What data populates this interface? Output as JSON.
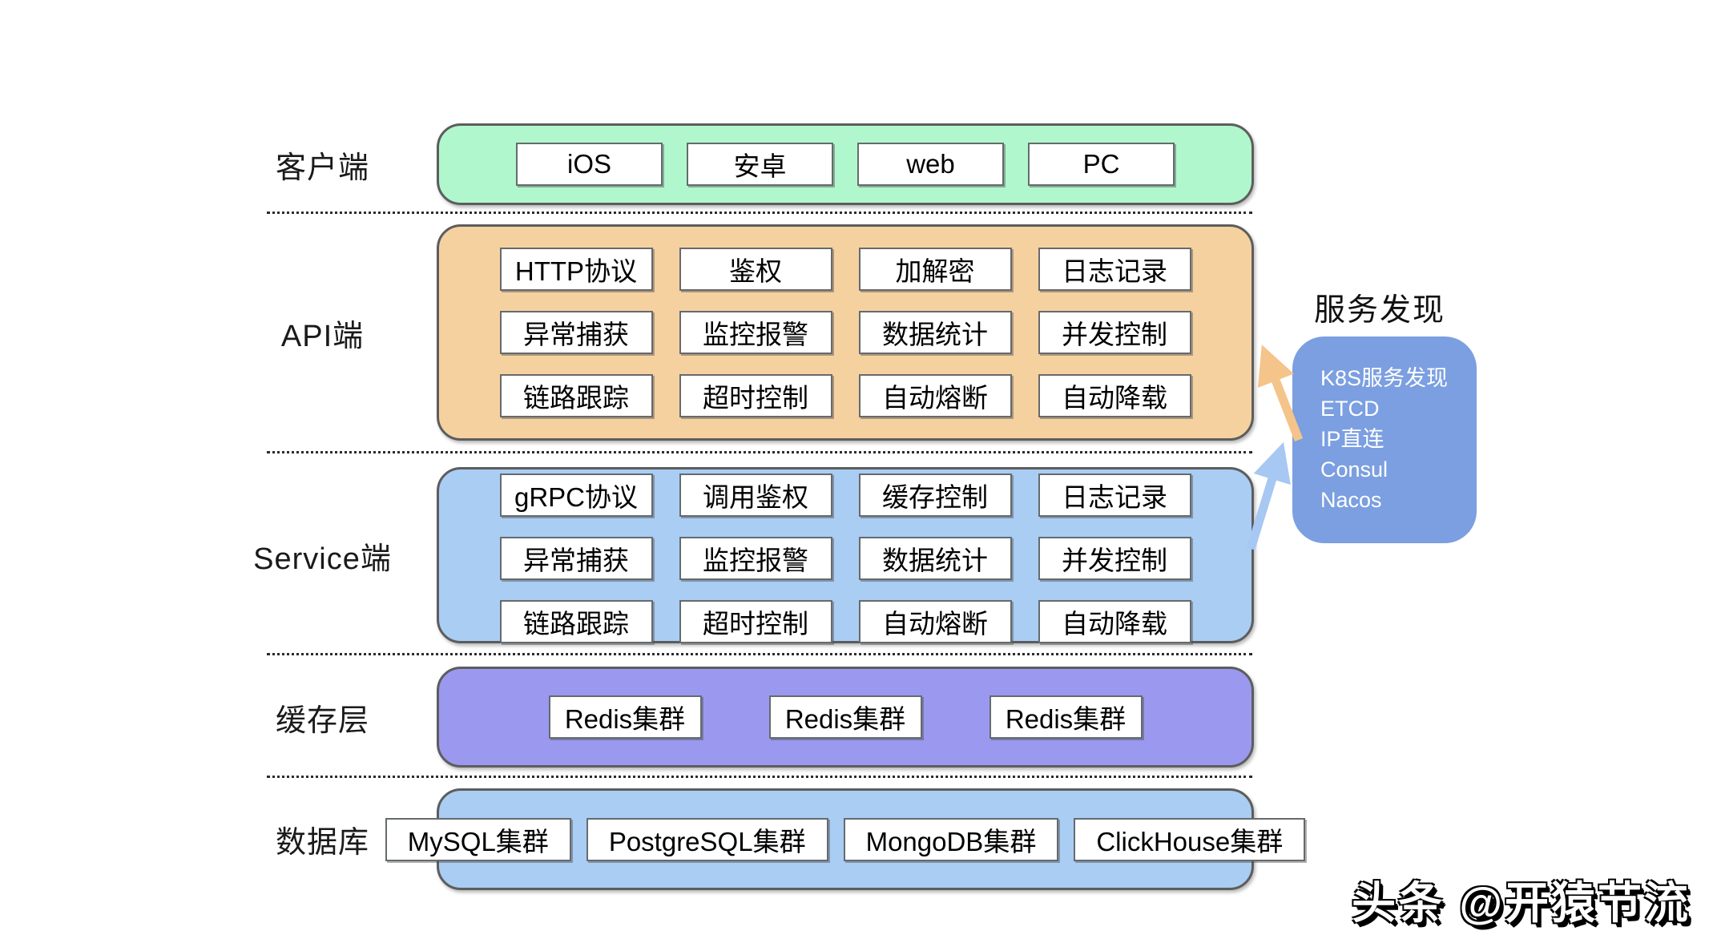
{
  "layers": [
    {
      "id": "client",
      "label": "客户端",
      "color": "#b0f7cd",
      "items": [
        [
          "iOS",
          "安卓",
          "web",
          "PC"
        ]
      ]
    },
    {
      "id": "api",
      "label": "API端",
      "color": "#f6d1a0",
      "items": [
        [
          "HTTP协议",
          "鉴权",
          "加解密",
          "日志记录"
        ],
        [
          "异常捕获",
          "监控报警",
          "数据统计",
          "并发控制"
        ],
        [
          "链路跟踪",
          "超时控制",
          "自动熔断",
          "自动降载"
        ]
      ]
    },
    {
      "id": "service",
      "label": "Service端",
      "color": "#a9cdf3",
      "items": [
        [
          "gRPC协议",
          "调用鉴权",
          "缓存控制",
          "日志记录"
        ],
        [
          "异常捕获",
          "监控报警",
          "数据统计",
          "并发控制"
        ],
        [
          "链路跟踪",
          "超时控制",
          "自动熔断",
          "自动降载"
        ]
      ]
    },
    {
      "id": "cache",
      "label": "缓存层",
      "color": "#9a99ef",
      "items": [
        [
          "Redis集群",
          "Redis集群",
          "Redis集群"
        ]
      ]
    },
    {
      "id": "db",
      "label": "数据库",
      "color": "#a9cdf3",
      "items": [
        [
          "MySQL集群",
          "PostgreSQL集群",
          "MongoDB集群",
          "ClickHouse集群"
        ]
      ]
    }
  ],
  "service_discovery": {
    "title": "服务发现",
    "options": [
      "K8S服务发现",
      "ETCD",
      "IP直连",
      "Consul",
      "Nacos"
    ],
    "box_color": "#7b9fe0",
    "arrow_to_api_color": "#f4c48a",
    "arrow_to_service_color": "#a6c8f2"
  },
  "watermark": "头条 @开猿节流"
}
